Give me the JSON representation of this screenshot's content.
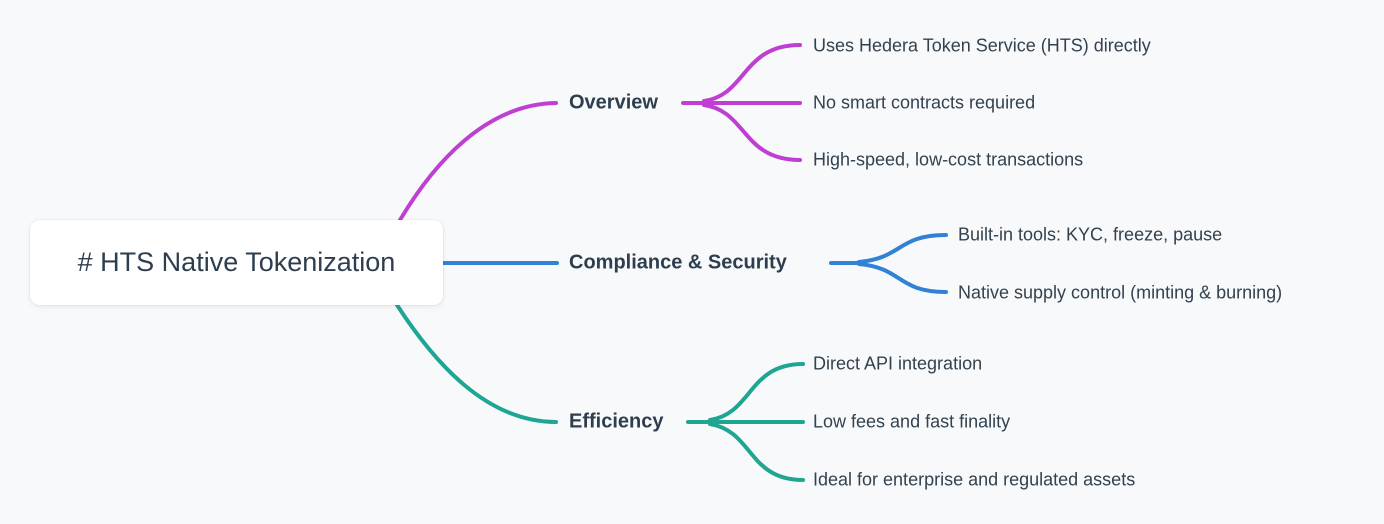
{
  "root": {
    "label": "# HTS Native Tokenization"
  },
  "colors": {
    "background": "#f8f9fb",
    "node_background": "#ffffff",
    "text": "#2e3e4e",
    "overview": "#bf3fd3",
    "compliance": "#3182d4",
    "efficiency": "#1fa693"
  },
  "branches": [
    {
      "label": "Overview",
      "color": "#bf3fd3",
      "children": [
        "Uses Hedera Token Service (HTS) directly",
        "No smart contracts required",
        "High-speed, low-cost transactions"
      ]
    },
    {
      "label": "Compliance & Security",
      "color": "#3182d4",
      "children": [
        "Built-in tools: KYC, freeze, pause",
        "Native supply control (minting & burning)"
      ]
    },
    {
      "label": "Efficiency",
      "color": "#1fa693",
      "children": [
        "Direct API integration",
        "Low fees and fast finality",
        "Ideal for enterprise and regulated assets"
      ]
    }
  ]
}
